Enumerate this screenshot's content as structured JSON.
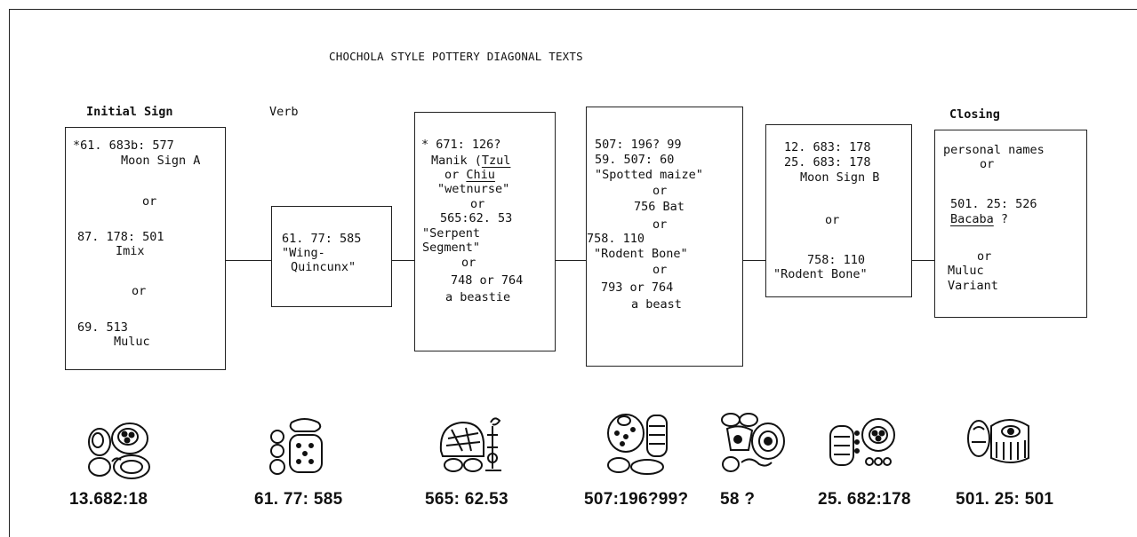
{
  "title": "CHOCHOLA STYLE POTTERY DIAGONAL TEXTS",
  "headers": {
    "initial": "Initial Sign",
    "verb": "Verb",
    "closing": "Closing"
  },
  "boxes": [
    {
      "id": "initial-sign",
      "lines": [
        "*61. 683b: 577",
        "Moon Sign A",
        "or",
        "87. 178: 501",
        "Imix",
        "or",
        "69. 513",
        "Muluc"
      ]
    },
    {
      "id": "verb",
      "lines": [
        "61. 77: 585",
        "\"Wing-",
        "Quincunx\""
      ]
    },
    {
      "id": "third",
      "lines": [
        "* 671: 126?",
        "Manik (",
        "Tzul",
        "or ",
        "Chiu",
        "\"wetnurse\"",
        "or",
        "565:62. 53",
        "\"Serpent",
        "Segment\"",
        "or",
        "748 or 764",
        "a beastie"
      ]
    },
    {
      "id": "fourth",
      "lines": [
        "507: 196? 99",
        "59. 507: 60",
        "\"Spotted maize\"",
        "or",
        "756 Bat",
        "or",
        "758. 110",
        "\"Rodent Bone\"",
        "or",
        "793 or 764",
        "a beast"
      ]
    },
    {
      "id": "fifth",
      "lines": [
        "12. 683: 178",
        "25. 683: 178",
        "Moon Sign B",
        "or",
        "758: 110",
        "\"Rodent Bone\""
      ]
    },
    {
      "id": "closing",
      "lines": [
        "personal names",
        "or",
        "501. 25: 526",
        "Bacaba",
        " ?",
        "or",
        "Muluc",
        "Variant"
      ]
    }
  ],
  "captions": [
    "13.682:18",
    "61. 77: 585",
    "565: 62.53",
    "507:196?99?",
    "58 ?",
    "25. 682:178",
    "501. 25: 501"
  ]
}
